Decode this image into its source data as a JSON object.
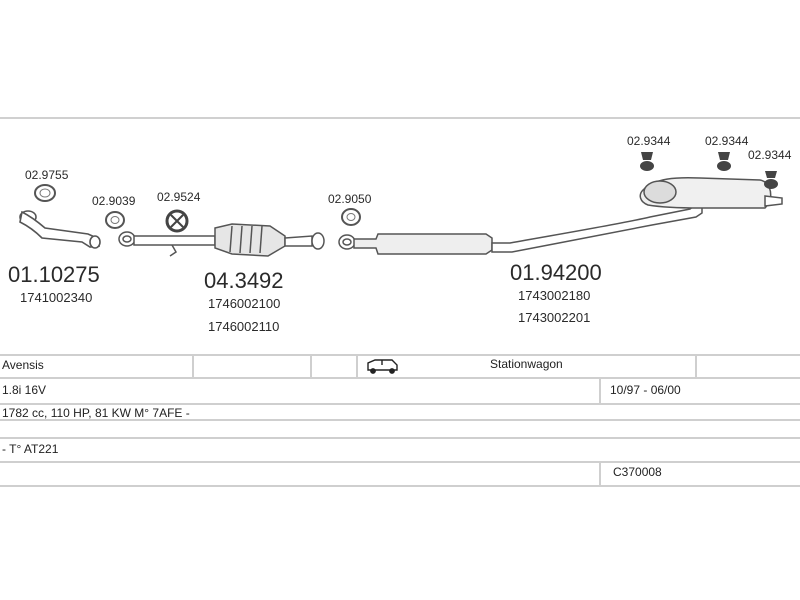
{
  "parts": {
    "front_pipe": {
      "main": "01.10275",
      "oem": [
        "1741002340"
      ],
      "fittings": [
        "02.9755"
      ]
    },
    "catalyst": {
      "main": "04.3492",
      "oem": [
        "1746002100",
        "1746002110"
      ],
      "fittings": [
        "02.9039",
        "02.9524"
      ]
    },
    "rear_section": {
      "main": "01.94200",
      "oem": [
        "1743002180",
        "1743002201"
      ],
      "fittings": [
        "02.9050",
        "02.9344",
        "02.9344",
        "02.9344"
      ]
    }
  },
  "table": {
    "model": "Avensis",
    "body_type": "Stationwagon",
    "engine": "1.8i 16V",
    "period": "10/97 - 06/00",
    "spec": "1782 cc, 110 HP, 81 KW M° 7AFE -",
    "chassis": "- T° AT221",
    "code": "C370008"
  },
  "icons": {
    "vehicle": "car-stationwagon-icon"
  },
  "colors": {
    "line": "#cfcfcf",
    "part": "#666666"
  }
}
